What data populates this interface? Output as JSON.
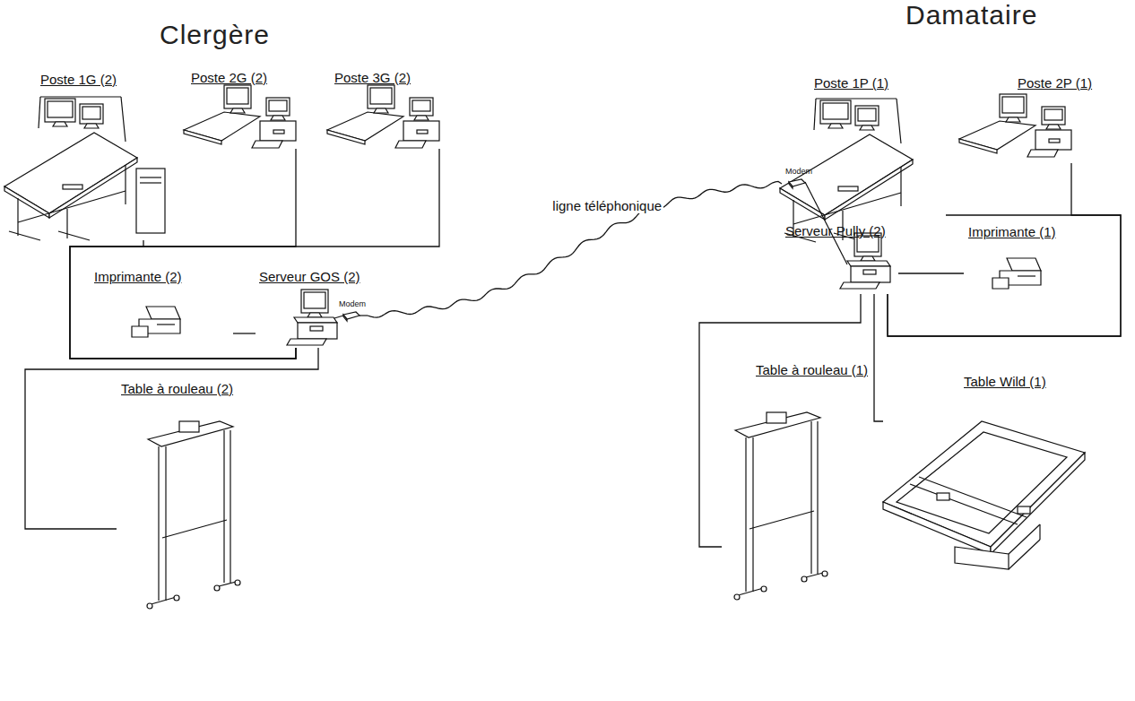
{
  "diagram": {
    "nodes": [
      {
        "text": [
          "Poste 1G (2)"
        ]
      },
      {
        "text": [
          "Poste 2G (2)"
        ]
      },
      {
        "text": [
          "Poste 3G (2)"
        ]
      },
      {
        "text": [
          "Imprimante (2)"
        ]
      },
      {
        "text": [
          "Serveur GOS (2)"
        ]
      },
      {
        "text": [
          "Table à rouleau (2)"
        ]
      },
      {
        "text": [
          "Poste 1P (1)"
        ]
      },
      {
        "text": [
          "Poste 2P (1)"
        ]
      },
      {
        "text": [
          "Serveur Pully (2)"
        ]
      },
      {
        "text": [
          "Imprimante (1)"
        ]
      },
      {
        "text": [
          "Table à rouleau (1)"
        ]
      },
      {
        "text": [
          "Table Wild (1)"
        ]
      }
    ],
    "edges": [
      {
        "from": 0,
        "to": 4,
        "arrow": "none"
      },
      {
        "from": 1,
        "to": 4,
        "arrow": "none"
      },
      {
        "from": 2,
        "to": 4,
        "arrow": "none"
      },
      {
        "from": 3,
        "to": 4,
        "arrow": "none"
      },
      {
        "from": 4,
        "to": 5,
        "arrow": "none"
      },
      {
        "from": 4,
        "to": 8,
        "label": "ligne téléphonique",
        "arrow": "none"
      },
      {
        "from": 6,
        "to": 8,
        "arrow": "none"
      },
      {
        "from": 7,
        "to": 8,
        "arrow": "none"
      },
      {
        "from": 8,
        "to": 9,
        "arrow": "none"
      },
      {
        "from": 8,
        "to": 10,
        "arrow": "none"
      },
      {
        "from": 8,
        "to": 11,
        "arrow": "none"
      }
    ],
    "labels": [
      "Clergère",
      "Damataire",
      "Modem",
      "Modem"
    ]
  }
}
